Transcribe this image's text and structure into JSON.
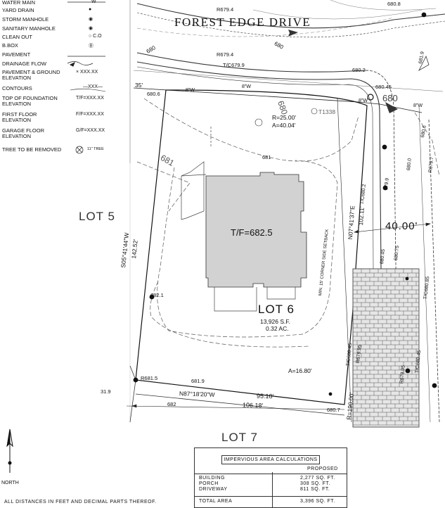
{
  "street": {
    "name": "FOREST EDGE DRIVE"
  },
  "legend": [
    {
      "label": "WATER MAIN",
      "symbol": "W"
    },
    {
      "label": "YARD DRAIN",
      "symbol": "●"
    },
    {
      "label": "STORM MANHOLE",
      "symbol": "◉"
    },
    {
      "label": "SANITARY MANHOLE",
      "symbol": "◉"
    },
    {
      "label": "CLEAN OUT",
      "symbol": "○ C.O"
    },
    {
      "label": "B.BOX",
      "symbol": "Ⓑ"
    },
    {
      "label": "PAVEMENT",
      "symbol": ""
    },
    {
      "label": "DRAINAGE FLOW",
      "symbol": ""
    },
    {
      "label": "PAVEMENT & GROUND ELEVATION",
      "symbol": "× XXX.XX"
    },
    {
      "label": "CONTOURS",
      "symbol": "—XXX—"
    },
    {
      "label": "TOP OF FOUNDATION ELEVATION",
      "symbol": "T/F=XXX.XX"
    },
    {
      "label": "FIRST FLOOR ELEVATION",
      "symbol": "F/F=XXX.XX"
    },
    {
      "label": "GARAGE FLOOR ELEVATION",
      "symbol": "G/F=XXX.XX"
    },
    {
      "label": "TREE TO BE REMOVED",
      "symbol": "11\" TREE"
    }
  ],
  "lots": {
    "lot5": "LOT 5",
    "lot6": "LOT 6",
    "lot6_area_sf": "13,926 S.F.",
    "lot6_area_ac": "0.32 AC.",
    "lot7": "LOT 7"
  },
  "house": {
    "tf": "T/F=682.5"
  },
  "dims": {
    "west_bearing": "S05°41'44\"W",
    "west_length": "142.52'",
    "east_bearing": "N07°41'37\"E",
    "east_length": "102.11'",
    "south_bearing": "N87°18'20\"W",
    "south_length_a": "95.10'",
    "south_length_b": "106.18'",
    "curve_r": "R=25.00'",
    "curve_a": "A=40.04'",
    "curve_2_a": "A=16.80'",
    "curve_2_r": "R=190.00'",
    "row_width": "40.00'",
    "setback": "MIN. 15' CORNER SIDE SETBACK",
    "front_dim": "35'"
  },
  "elevations": [
    "R679.4",
    "T/C679.9",
    "R679.4",
    "680.6",
    "680.2",
    "680.45",
    "680.8",
    "681",
    "682.1",
    "R681.5",
    "681.9",
    "31.9",
    "680.7",
    "T/C680.45",
    "R679.95",
    "T/C680.45",
    "R679.95",
    "T/C680.85",
    "680.45",
    "680.75",
    "679.9",
    "T/C680.2",
    "T1338",
    "680.0",
    "680.6",
    "R679.7",
    "681.9"
  ],
  "contours": [
    "680",
    "681",
    "682"
  ],
  "pipes": [
    "8\"W"
  ],
  "north": {
    "label": "NORTH"
  },
  "table": {
    "title": "IMPERVIOUS AREA CALCULATIONS",
    "column": "PROPOSED",
    "rows": [
      {
        "label": "BUILDING",
        "value": "2,277 SQ. FT."
      },
      {
        "label": "PORCH",
        "value": "308 SQ. FT."
      },
      {
        "label": "DRIVEWAY",
        "value": "811 SQ. FT."
      }
    ],
    "total_label": "TOTAL AREA",
    "total_value": "3,396 SQ. FT."
  },
  "note": "ALL DISTANCES IN FEET AND DECIMAL PARTS THEREOF."
}
